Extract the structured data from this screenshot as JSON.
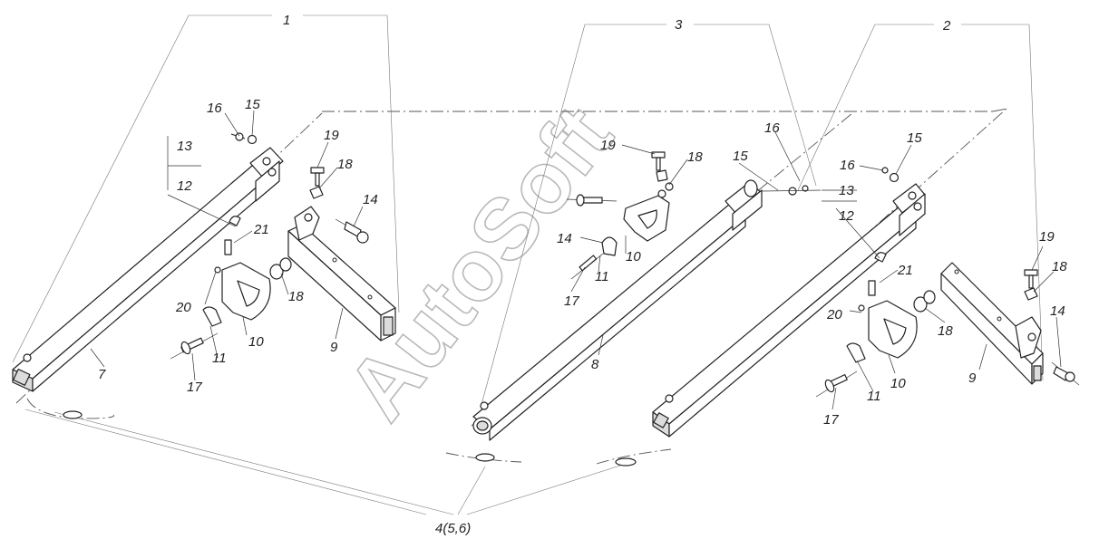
{
  "diagram": {
    "assembly_labels": [
      {
        "id": "assembly-1",
        "text": "1"
      },
      {
        "id": "assembly-3",
        "text": "3"
      },
      {
        "id": "assembly-2",
        "text": "2"
      },
      {
        "id": "assembly-4",
        "text": "4(5,6)"
      }
    ],
    "callouts": {
      "left": {
        "l13": "13",
        "l12": "12",
        "l16": "16",
        "l15": "15",
        "l19": "19",
        "l18a": "18",
        "l14": "14",
        "l21": "21",
        "l20": "20",
        "l18b": "18",
        "l10": "10",
        "l11": "11",
        "l9": "9",
        "l7": "7",
        "l17": "17"
      },
      "middle": {
        "l19": "19",
        "l18": "18",
        "l15": "15",
        "l16": "16",
        "l13": "13",
        "l12": "12",
        "l14": "14",
        "l10": "10",
        "l11": "11",
        "l17": "17",
        "l8": "8"
      },
      "right": {
        "l16": "16",
        "l15": "15",
        "l21": "21",
        "l20": "20",
        "l18a": "18",
        "l10": "10",
        "l11": "11",
        "l17": "17",
        "l19": "19",
        "l18b": "18",
        "l14": "14",
        "l9": "9"
      }
    },
    "watermark": "AutoSoft"
  }
}
